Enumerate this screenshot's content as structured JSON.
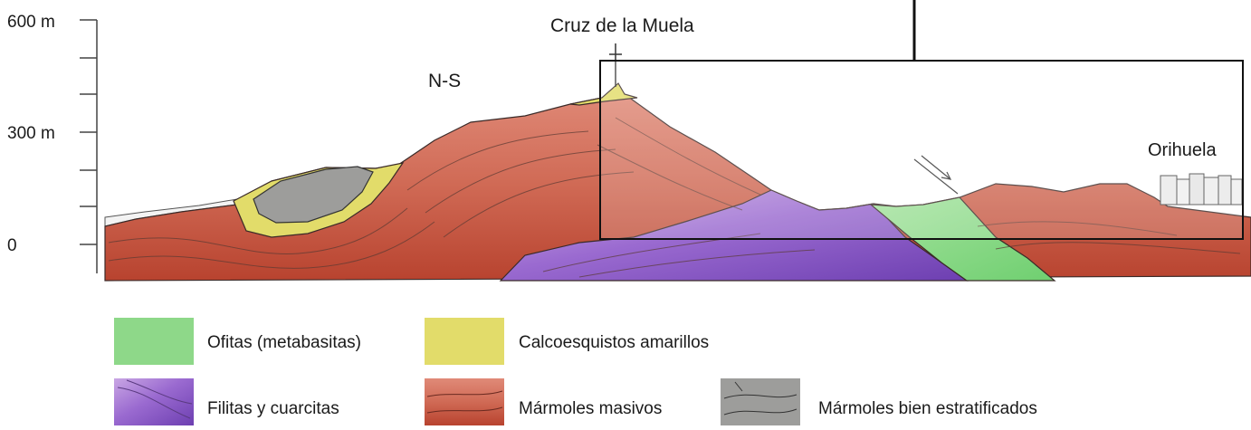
{
  "axis": {
    "ticks": [
      {
        "label": "600 m"
      },
      {
        "label": "300 m"
      },
      {
        "label": "0"
      }
    ]
  },
  "labels": {
    "peak": "Cruz de la Muela",
    "section": "N-S",
    "town": "Orihuela"
  },
  "colors": {
    "ofitas": "#8ed889",
    "filitas": "#8e5ac6",
    "calcoesquistos": "#e2dc6a",
    "marmoles_masivos": "#c8523e",
    "marmoles_estratificados": "#9d9d9b",
    "surface_white": "#f2f2f2",
    "line": "#2a2a2a"
  },
  "legend": [
    {
      "key": "ofitas",
      "label": "Ofitas (metabasitas)",
      "color": "#8ed889"
    },
    {
      "key": "calcoesquistos",
      "label": "Calcoesquistos amarillos",
      "color": "#e2dc6a"
    },
    {
      "key": "filitas",
      "label": "Filitas y cuarcitas",
      "color": "#8e5ac6"
    },
    {
      "key": "marmoles_masivos",
      "label": "Mármoles masivos",
      "color": "#c8523e"
    },
    {
      "key": "marmoles_estratificados",
      "label": "Mármoles bien estratificados",
      "color": "#9d9d9b"
    }
  ]
}
